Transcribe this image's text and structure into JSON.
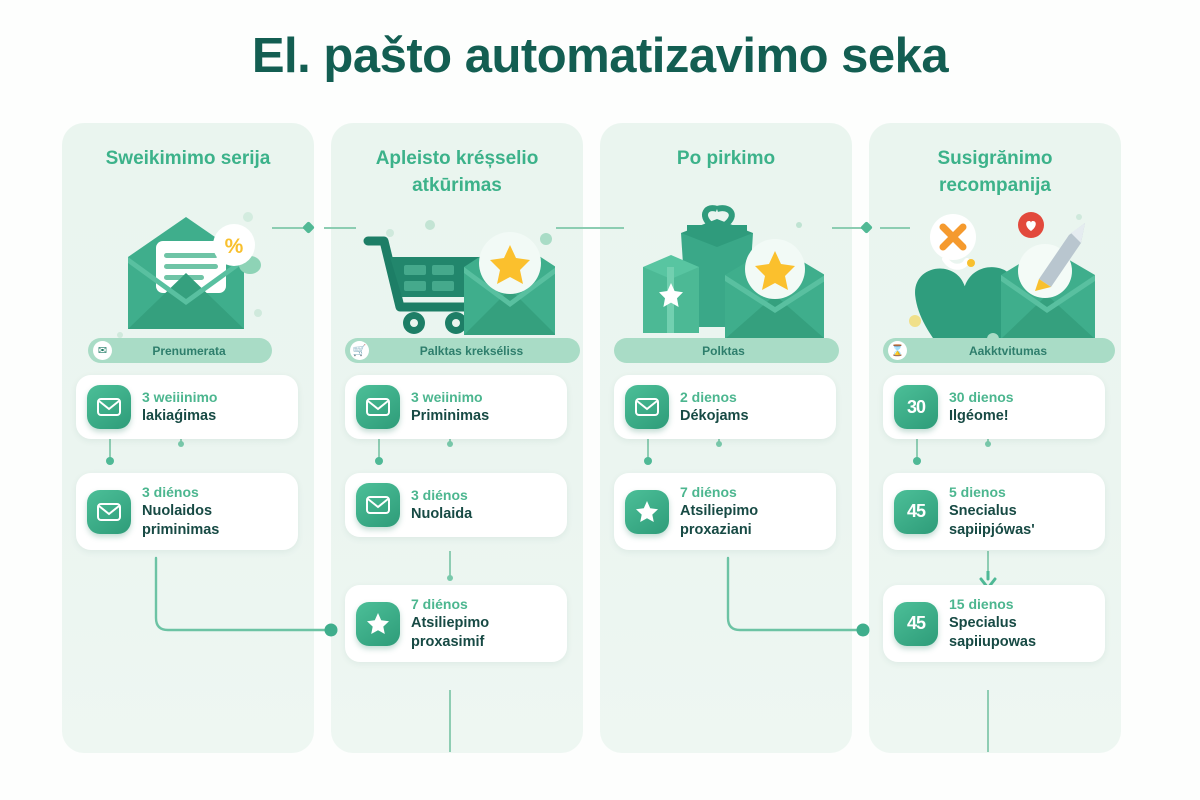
{
  "title": "El. pašto automatizavimo seka",
  "theme": {
    "accent": "#3cb28a",
    "title_color": "#135e52",
    "panel_bg": "#eaf5ef",
    "card_bg": "#ffffff",
    "delay_color": "#4cb68f",
    "name_color": "#174a44",
    "pill_bg": "#a9dcc6",
    "connector": "#8ecdb3",
    "badge_yellow": "#fbc02d"
  },
  "columns": [
    {
      "heading": "Sweikimimo serija",
      "illustration": "envelope-message-percent-illustration",
      "trigger": {
        "label": "Prenumerata",
        "icon": "subscribe-icon",
        "has_icon": true
      },
      "steps": [
        {
          "delay": "3 weiiinimo",
          "name": "lakiaǵimas",
          "icon": "envelope-icon",
          "badge": ""
        },
        {
          "delay": "3 diénos",
          "name": "Nuolaidos priminimas",
          "icon": "envelope-icon",
          "badge": ""
        }
      ]
    },
    {
      "heading": "Apleisto kréșselio atkūrimas",
      "illustration": "cart-envelope-star-illustration",
      "trigger": {
        "label": "Palktas krekséliss",
        "icon": "cart-icon",
        "has_icon": true
      },
      "steps": [
        {
          "delay": "3 weiinimo",
          "name": "Priminimas",
          "icon": "envelope-icon",
          "badge": ""
        },
        {
          "delay": "3 diénos",
          "name": "Nuolaida",
          "icon": "envelope-icon",
          "badge": ""
        },
        {
          "delay": "7 diénos",
          "name": "Atsiliepimo proxasimif",
          "icon": "star-icon",
          "badge": ""
        }
      ]
    },
    {
      "heading": "Po pirkimo",
      "illustration": "gift-boxes-envelope-star-illustration",
      "trigger": {
        "label": "Polktas",
        "icon": "",
        "has_icon": false
      },
      "steps": [
        {
          "delay": "2 dienos",
          "name": "Dékojams",
          "icon": "envelope-icon",
          "badge": ""
        },
        {
          "delay": "7 diénos",
          "name": "Atsiliepimo proxaziani",
          "icon": "star-icon",
          "badge": ""
        }
      ]
    },
    {
      "heading": "Susigrănimo recompanija",
      "illustration": "heart-envelope-pen-illustration",
      "trigger": {
        "label": "Aakktvitumas",
        "icon": "inactive-icon",
        "has_icon": true
      },
      "steps": [
        {
          "delay": "30 dienos",
          "name": "Ilgéome!",
          "icon": "number-badge",
          "badge": "30"
        },
        {
          "delay": "5 dienos",
          "name": "Snecialus sapiipjówas'",
          "icon": "number-badge",
          "badge": "45"
        },
        {
          "delay": "15 dienos",
          "name": "Specialus sapiiupowas",
          "icon": "number-badge",
          "badge": "45"
        }
      ]
    }
  ]
}
